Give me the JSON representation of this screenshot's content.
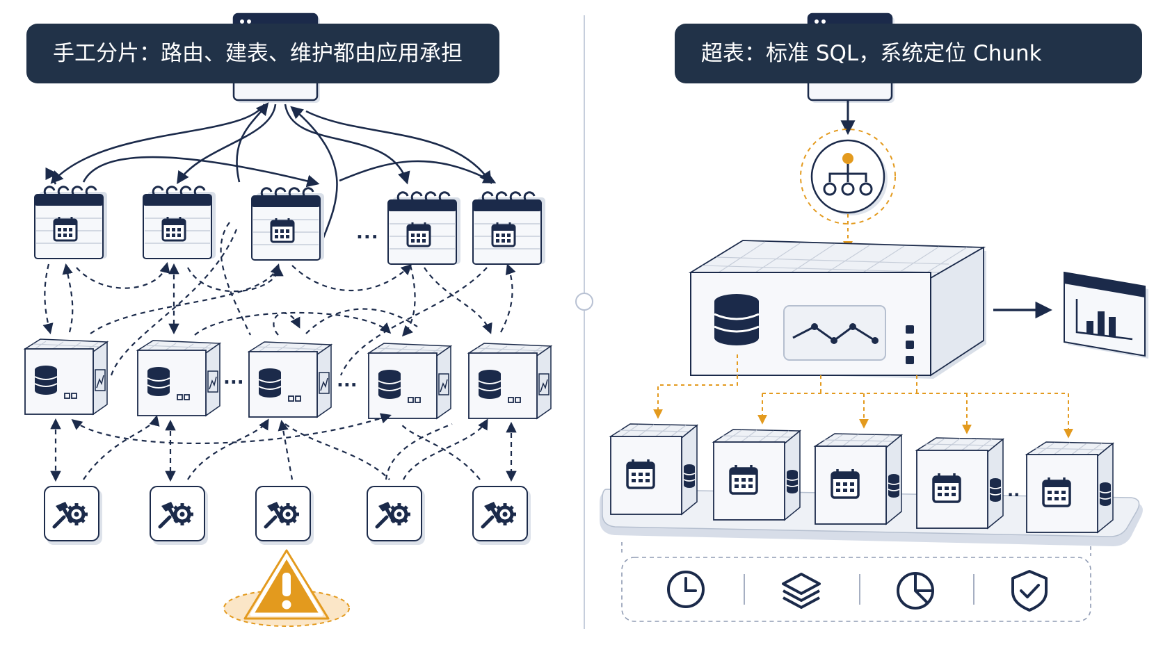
{
  "left_panel": {
    "title": "手工分片：路由、建表、维护都由应用承担",
    "app_window": {
      "icon": "code-window-icon"
    },
    "partition_tables": {
      "icon": "calendar-table-icon",
      "count": 5,
      "ellipsis": "..."
    },
    "shard_nodes": {
      "icon": "database-server-icon",
      "count": 5,
      "ellipsis": "..."
    },
    "maintenance_tools": {
      "icon": "hammer-gear-icon",
      "count": 5
    },
    "warning": {
      "icon": "warning-triangle-icon"
    }
  },
  "right_panel": {
    "title": "超表：标准 SQL，系统定位 Chunk",
    "app_window": {
      "icon": "code-window-icon"
    },
    "router": {
      "icon": "hierarchy-router-icon"
    },
    "hypertable": {
      "icons": [
        "database-icon",
        "line-chart-icon",
        "status-lights-icon"
      ]
    },
    "result": {
      "icon": "bar-chart-window-icon"
    },
    "chunks": {
      "icon": "calendar-database-chunk-icon",
      "count": 5,
      "ellipsis": ".."
    },
    "features": [
      {
        "icon": "clock-icon"
      },
      {
        "icon": "layers-icon"
      },
      {
        "icon": "pie-chart-icon"
      },
      {
        "icon": "shield-check-icon"
      }
    ]
  },
  "colors": {
    "navy": "#1b2a4a",
    "banner": "#213248",
    "accent_orange": "#e39a1e",
    "box_face": "#f4f6fa",
    "box_side": "#e6eaf1",
    "divider": "#b8c1d3"
  }
}
